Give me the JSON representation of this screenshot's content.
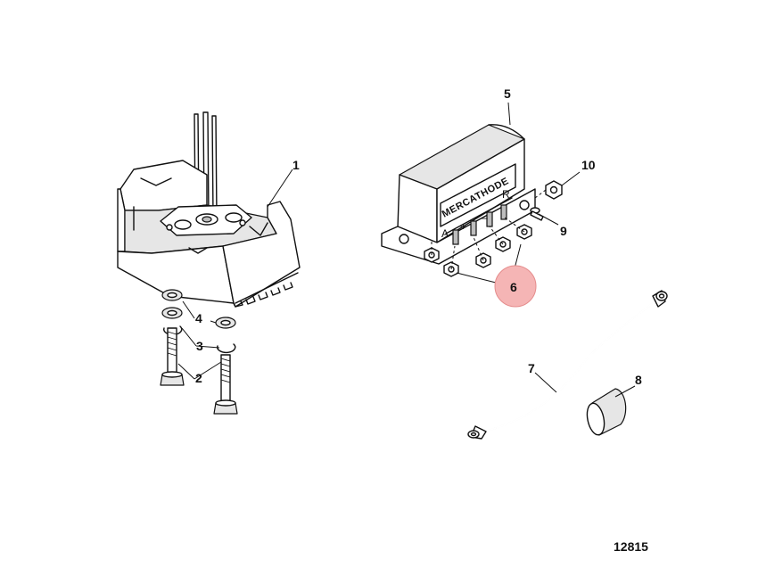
{
  "callouts": {
    "c1": "1",
    "c2": "2",
    "c3": "3",
    "c4": "4",
    "c5": "5",
    "c6": "6",
    "c7": "7",
    "c8": "8",
    "c9": "9",
    "c10": "10"
  },
  "highlight_color": "#f5b5b5",
  "controller_label": "MERCATHODE",
  "terminal_labels": {
    "a": "A",
    "plus": "+",
    "minus": "–",
    "r": "R"
  },
  "figure_number": "12815"
}
